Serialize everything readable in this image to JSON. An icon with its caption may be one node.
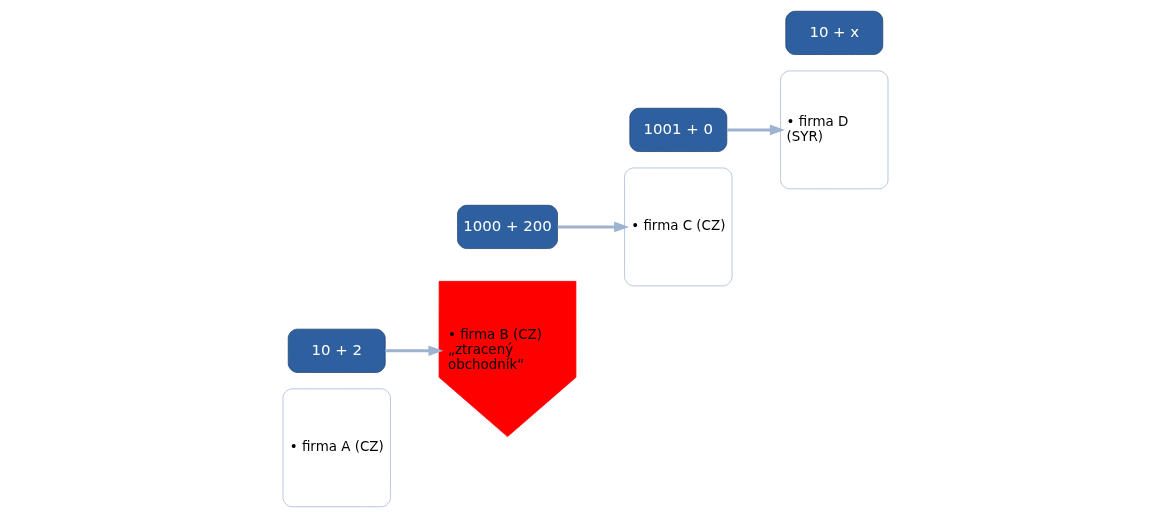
{
  "diagram": {
    "nodes": [
      {
        "text": [
          "• firma A (CZ)"
        ]
      },
      {
        "text": [
          "10 + 2"
        ]
      },
      {
        "text": [
          "• firma B (CZ) „ztracený obchodník“"
        ]
      },
      {
        "text": [
          "1000 + 200"
        ]
      },
      {
        "text": [
          "• firma C (CZ)"
        ]
      },
      {
        "text": [
          "1001 + 0"
        ]
      },
      {
        "text": [
          "• firma D (SYR)"
        ]
      },
      {
        "text": [
          "10 + x"
        ]
      }
    ],
    "edges": [
      {
        "from": 1,
        "to": 2,
        "arrow": "to"
      },
      {
        "from": 3,
        "to": 4,
        "arrow": "to"
      },
      {
        "from": 5,
        "to": 6,
        "arrow": "to"
      }
    ]
  }
}
